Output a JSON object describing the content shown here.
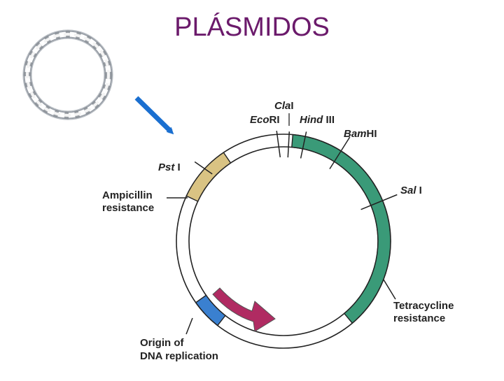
{
  "title": "PLÁSMIDOS",
  "colors": {
    "title": "#6b1a6b",
    "tetracycline_segment": "#3a9a78",
    "ampicillin_segment": "#d9c383",
    "origin_segment": "#3a80d0",
    "direction_arrow": "#b02b62",
    "pointer_arrow": "#1a6fd0",
    "plasmid_ring": "#ffffff",
    "outline": "#222222"
  },
  "icons": {
    "plasmid_illustration": "dna-ring-icon",
    "pointer": "arrow-down-right-icon",
    "direction": "curved-arrow-icon"
  },
  "labels": {
    "cla": {
      "italic": "Cla",
      "roman": "I"
    },
    "eco": {
      "italic": "Eco",
      "roman": "RI"
    },
    "hind": {
      "italic": "Hind",
      "roman": " III"
    },
    "bam": {
      "italic": "Bam",
      "roman": "HI"
    },
    "sal": {
      "italic": "Sal",
      "roman": " I"
    },
    "pst": {
      "italic": "Pst",
      "roman": " I"
    },
    "ampicillin_line1": "Ampicillin",
    "ampicillin_line2": "resistance",
    "tetracycline_line1": "Tetracycline",
    "tetracycline_line2": "resistance",
    "origin_line1": "Origin of",
    "origin_line2": "DNA replication"
  }
}
